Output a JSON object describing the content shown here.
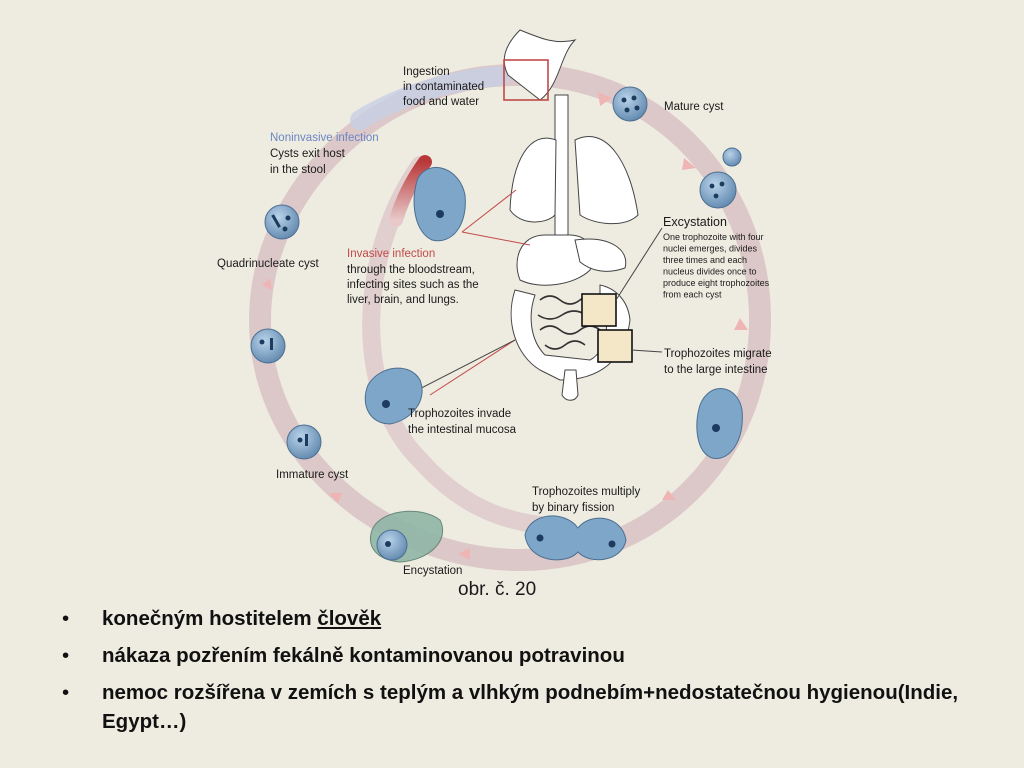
{
  "diagram": {
    "labels": {
      "ingestion": [
        "Ingestion",
        "in contaminated",
        "food and water"
      ],
      "mature_cyst": "Mature cyst",
      "noninvasive_title": "Noninvasive infection",
      "noninvasive_body": [
        "Cysts exit host",
        "in the stool"
      ],
      "excystation_title": "Excystation",
      "excystation_body": [
        "One trophozoite with four",
        "nuclei emerges, divides",
        "three times and each",
        "nucleus divides once to",
        "produce eight trophozoites",
        "from each cyst"
      ],
      "quadrinucleate": "Quadrinucleate cyst",
      "invasive_title": "Invasive infection",
      "invasive_body": [
        "through the bloodstream,",
        "infecting sites such as the",
        "liver, brain, and lungs."
      ],
      "migrate": [
        "Trophozoites  migrate",
        "to the large intestine"
      ],
      "invade": [
        "Trophozoites invade",
        "the intestinal mucosa"
      ],
      "immature": "Immature cyst",
      "multiply": [
        "Trophozoites multiply",
        "by binary fission"
      ],
      "encystation": "Encystation"
    },
    "colors": {
      "ring": "#dcc8c8",
      "cyst_fill": "#7ea6c8",
      "invasive": "#c24a48",
      "noninvasive": "#6b86c4"
    }
  },
  "caption": "obr. č. 20",
  "bullets": {
    "b1_prefix": "konečným hostitelem ",
    "b1_underlined": "člověk",
    "b2": "nákaza pozřením fekálně kontaminovanou potravinou",
    "b3": "nemoc rozšířena v zemích s teplým a vlhkým podnebím+nedostatečnou hygienou(Indie, Egypt…)"
  }
}
